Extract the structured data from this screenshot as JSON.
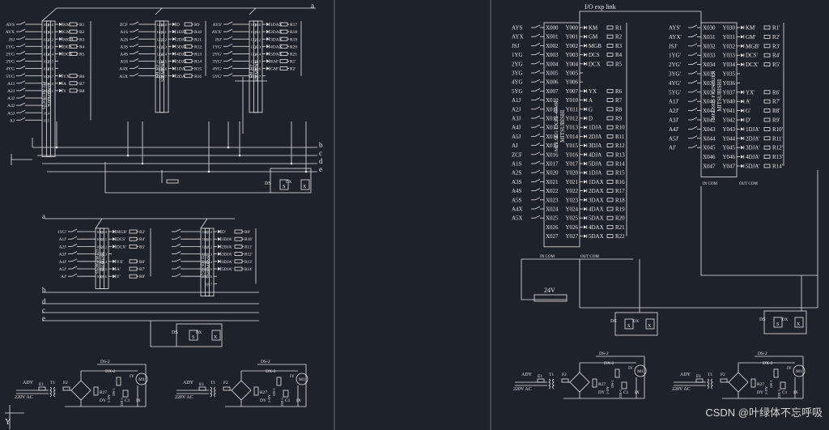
{
  "watermark": "CSDN @叶绿体不忘呼吸",
  "bus_labels": [
    "a",
    "b",
    "c",
    "d",
    "e"
  ],
  "y_label": "Y",
  "power": {
    "ac_label": "220V AC",
    "dc_label": "24V",
    "adj": "ADY",
    "t1": "T1",
    "f2": "F2",
    "e1": "E1",
    "r27": "R27",
    "dy": "DY",
    "ds2": "DS-2",
    "dx2": "DX-2",
    "ix": "IX",
    "iy": "IY",
    "m1": "M1",
    "c1": "C1",
    "jdy": "1-DY",
    "kdx": "DX-1",
    "kds": "DS-1"
  },
  "plc_left": {
    "title": "SIEMENS",
    "model": "S7-200 CPU 224",
    "inputs": [
      "AYS",
      "AYX",
      "JSJ",
      "1YG",
      "2YG",
      "3YG",
      "4YG",
      "5YG",
      "A1J",
      "A2J",
      "A3J",
      "A4J",
      "A5J",
      "AJ"
    ],
    "in_addr": [
      "I0.0",
      "I0.1",
      "I0.2",
      "I0.3",
      "I0.4",
      "I0.5",
      "I0.6",
      "I0.7",
      "I1.0",
      "I1.1",
      "I1.2",
      "I1.3",
      "I1.4",
      "I1.5"
    ],
    "out_addr": [
      "Q0.0",
      "Q0.1",
      "Q0.2",
      "Q0.3",
      "Q0.4",
      "Q0.5",
      "Q0.6",
      "Q0.7",
      "Q1.0",
      "Q1.1"
    ],
    "outputs": [
      "KM",
      "GM",
      "MGB",
      "DCS",
      "DCX",
      "",
      "",
      "YX",
      "A",
      "Y"
    ],
    "resistors": [
      "R1",
      "R2",
      "R3",
      "R4",
      "R5",
      "",
      "",
      "R6",
      "R7",
      "R8"
    ]
  },
  "plc_left2": {
    "title": "SIEMENS",
    "model": "EM 223",
    "inputs": [
      "ZCF",
      "A1S",
      "A2S",
      "A3S",
      "A4S",
      "A5S",
      "A4X",
      "A5X"
    ],
    "in_addr": [
      "I2.0",
      "I2.1",
      "I2.2",
      "I2.3",
      "I2.4",
      "I2.5",
      "I2.6",
      "I2.7"
    ],
    "out_addr": [
      "Q2.0",
      "Q2.1",
      "Q2.2",
      "Q2.3",
      "Q2.4",
      "Q2.5",
      "Q2.6",
      "Q2.7"
    ],
    "outputs": [
      "D",
      "1DJA",
      "2DJA",
      "3DJA",
      "4DJA",
      "5DJA",
      "1DA",
      "2DA"
    ],
    "resistors": [
      "R9",
      "R10",
      "R11",
      "R12",
      "R13",
      "R14",
      "R15",
      "R16"
    ]
  },
  "plc_left3": {
    "title": "SIEMENS",
    "model": "EM 223",
    "inputs": [
      "AYS'",
      "AYX'",
      "JSJ'",
      "1YG'",
      "2YG'",
      "3YG'",
      "4YG'",
      "5YG'"
    ],
    "in_addr": [
      "I3.0",
      "I3.1",
      "I3.2",
      "I3.3",
      "I3.4",
      "I3.5",
      "I3.6",
      "I3.7"
    ],
    "out_addr": [
      "Q3.0",
      "Q3.1",
      "Q3.2",
      "Q3.3",
      "Q3.4",
      "Q3.5",
      "Q3.6",
      "Q3.7"
    ],
    "outputs": [
      "1DAX",
      "2DAX",
      "3DAX",
      "4DAX",
      "5DAX",
      "KM'",
      "GM'",
      ""
    ],
    "resistors": [
      "R17",
      "R18",
      "R19",
      "R20",
      "R21",
      "R1'",
      "R2'",
      ""
    ]
  },
  "plc_mid_a": {
    "title": "SIEMENS",
    "model": "S7-200 EM 223",
    "inputs": [
      "1YG'",
      "A1J'",
      "A2J'",
      "A3J'",
      "A4J'",
      "A5J'",
      "AJ'"
    ],
    "in_addr": [
      "I0.0",
      "I0.1",
      "I0.2",
      "I0.3",
      "I0.4",
      "I0.5",
      "I0.6"
    ],
    "out_addr": [
      "Q0.0",
      "Q0.1",
      "Q0.2",
      "Q0.3",
      "Q0.4",
      "Q0.5",
      "Q0.6"
    ],
    "outputs": [
      "MGB'",
      "DCS'",
      "DCX'",
      "",
      "YX'",
      "A'",
      "Y'"
    ],
    "resistors": [
      "R3'",
      "R4'",
      "R5'",
      "",
      "R6'",
      "R7'",
      "R8'"
    ]
  },
  "plc_mid_b": {
    "title": "SIEMENS",
    "model": "S7-200 EM 223",
    "inputs": [
      "",
      "",
      "",
      "",
      "",
      "",
      ""
    ],
    "in_addr": [
      "I1.0",
      "I1.1",
      "I1.2",
      "I1.3",
      "I1.4",
      "I1.5",
      "I1.6"
    ],
    "out_addr": [
      "Q1.0",
      "Q1.1",
      "Q1.2",
      "Q1.3",
      "Q1.4",
      "Q1.5",
      "Q1.6",
      "Q1.7"
    ],
    "outputs": [
      "D'",
      "1DJA'",
      "2DJA'",
      "3DJA'",
      "4DJA'",
      "5DJA'",
      "",
      ""
    ],
    "resistors": [
      "R9'",
      "R10'",
      "R11'",
      "R12'",
      "R13'",
      "R14'",
      "",
      ""
    ]
  },
  "fx_main": {
    "link_label": "I/O exp link",
    "title": "MITSUBISHI",
    "model": "MELSEG FX2N-48MR",
    "inputs": [
      "AYS",
      "AYX",
      "JSJ",
      "1YG",
      "2YG",
      "3YG",
      "4YG",
      "5YG",
      "A1J",
      "A2J",
      "A3J",
      "A4J",
      "A5J",
      "AJ",
      "ZCF",
      "A1S",
      "A2S",
      "A3S",
      "A4S",
      "A5S",
      "A4X",
      "A5X",
      ""
    ],
    "in_addr": [
      "X000",
      "X001",
      "X002",
      "X003",
      "X004",
      "X005",
      "X006",
      "X007",
      "X010",
      "X011",
      "X012",
      "X013",
      "X014",
      "X015",
      "X016",
      "X017",
      "X020",
      "X021",
      "X022",
      "X023",
      "X024",
      "X025",
      "X026",
      "X027"
    ],
    "out_addr": [
      "Y000",
      "Y001",
      "Y002",
      "Y003",
      "Y004",
      "Y005",
      "Y006",
      "Y007",
      "Y010",
      "Y011",
      "Y012",
      "Y013",
      "Y014",
      "Y015",
      "Y016",
      "Y017",
      "Y020",
      "Y021",
      "Y022",
      "Y023",
      "Y024",
      "Y025",
      "Y026",
      "Y027"
    ],
    "outputs": [
      "KM",
      "GM",
      "MGB",
      "DCS",
      "DCX",
      "",
      "",
      "YX",
      "A",
      "G",
      "D",
      "1DJA",
      "2DJA",
      "3DJA",
      "4DJA",
      "5DJA",
      "1DJA",
      "1DAX",
      "2DAX",
      "3DAX",
      "4DAX",
      "5DAX",
      "4DAX",
      "5DAX"
    ],
    "resistors": [
      "R1",
      "R2",
      "R3",
      "R4",
      "R5",
      "",
      "",
      "R6",
      "R7",
      "R8",
      "R9",
      "R10",
      "R11",
      "R12",
      "R13",
      "R14",
      "R15",
      "R16",
      "R17",
      "R18",
      "R19",
      "R20",
      "R21",
      "R22"
    ],
    "in_com": "IN COM",
    "out_com": "OUT COM"
  },
  "fx_ext": {
    "title": "MITSUBISHI",
    "model": "MELSEG FX2N-32ER",
    "inputs": [
      "AYS'",
      "AYX'",
      "JSJ'",
      "1YG'",
      "2YG'",
      "3YG'",
      "4YG'",
      "5YG'",
      "A1J'",
      "A2J'",
      "A3J'",
      "A4J'",
      "A5J'",
      "AJ'",
      "",
      ""
    ],
    "in_addr": [
      "X030",
      "X031",
      "X032",
      "X033",
      "X034",
      "X035",
      "X036",
      "X037",
      "X040",
      "X041",
      "X042",
      "X043",
      "X044",
      "X045",
      "X046",
      "X047"
    ],
    "out_addr": [
      "Y030",
      "Y031",
      "Y032",
      "Y033",
      "Y034",
      "Y035",
      "Y036",
      "Y037",
      "Y040",
      "Y041",
      "Y042",
      "Y043",
      "Y044",
      "Y045",
      "Y046",
      "Y047"
    ],
    "outputs": [
      "KM'",
      "GM'",
      "MGB'",
      "DCS'",
      "DCX'",
      "",
      "",
      "YX'",
      "A'",
      "G'",
      "D'",
      "1DJA'",
      "2DJA'",
      "3DJA'",
      "4DJA'",
      "5DJA'"
    ],
    "resistors": [
      "R1'",
      "R2'",
      "R3'",
      "R4'",
      "R5'",
      "",
      "",
      "R6'",
      "R7'",
      "R8'",
      "R9'",
      "R10'",
      "R11'",
      "R12'",
      "R13'",
      "R14'"
    ],
    "in_com": "IN COM",
    "out_com": "OUT COM"
  },
  "relay_labels": [
    "DS",
    "S",
    "DX",
    "X"
  ]
}
